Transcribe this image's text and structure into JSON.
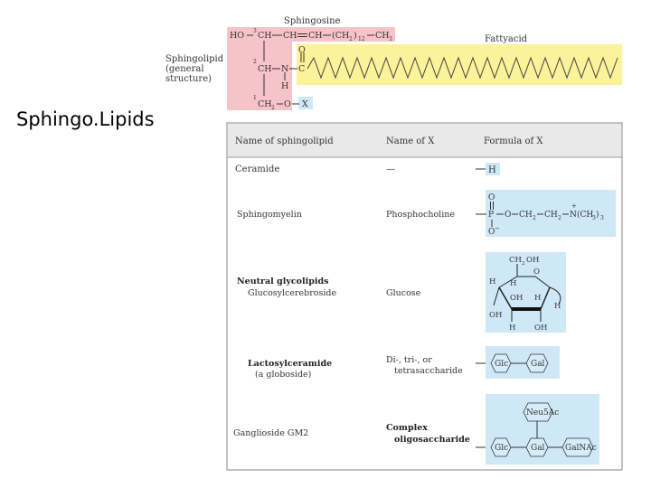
{
  "slide_title": "Sphingo.Lipids",
  "structure": {
    "sphingosine_label": "Sphingosine",
    "fatty_acid_label": "Fattyacid",
    "general_label": [
      "Sphingolipid",
      "(general",
      "structure)"
    ],
    "row1": {
      "ho": "HO",
      "c1": "CH",
      "c2": "CH",
      "c3": "CH",
      "chain": "(CH",
      "sub": "2",
      "n": "12",
      "end": "CH",
      "end_sub": "3"
    },
    "locant_3": "3",
    "locant_2": "2",
    "locant_1": "1",
    "row2": {
      "ch": "CH",
      "n": "N",
      "c": "C",
      "o": "O"
    },
    "h": "H",
    "row3": {
      "ch2": "CH",
      "sub": "2",
      "o": "O",
      "x": "X"
    }
  },
  "table": {
    "headers": {
      "name": "Name of sphingolipid",
      "x": "Name of X",
      "formula": "Formula of X"
    },
    "rows": [
      {
        "name": [
          "Ceramide"
        ],
        "x": [
          "—"
        ],
        "formula": "H"
      },
      {
        "name": [
          "Sphingomyelin"
        ],
        "x": [
          "Phosphocholine"
        ],
        "formula": "phosphocholine"
      },
      {
        "name": [
          "Neutral glycolipids",
          "Glucosylcerebroside"
        ],
        "x": [
          "Glucose"
        ],
        "formula": "glucose"
      },
      {
        "name": [
          "Lactosylceramide",
          "(a globoside)"
        ],
        "x": [
          "Di-, tri-, or",
          "tetrasaccharide"
        ],
        "formula": "lactose"
      },
      {
        "name": [
          "Ganglioside GM2"
        ],
        "x": [
          "Complex",
          "oligosaccharide"
        ],
        "formula": "gm2"
      }
    ],
    "phosphocholine": {
      "o_top": "O",
      "p": "P",
      "o1": "O",
      "ch2a": "CH",
      "ch2b": "CH",
      "n": "N",
      "ch3": "(CH",
      "ch3_sub": "3",
      "three": "3",
      "o_bottom": "O",
      "minus": "−",
      "plus": "+",
      "two": "2"
    },
    "glucose": {
      "ch2oh": "CH",
      "ch2oh_sub": "2",
      "ch2oh_end": "OH",
      "o_ring": "O",
      "h": "H",
      "oh": "OH"
    },
    "sugars": {
      "glc": "Glc",
      "gal": "Gal",
      "neu5ac": "Neu5Ac",
      "galnac": "GalNAc"
    }
  },
  "colors": {
    "sphingosine": "#f6c3c9",
    "fatty_acid": "#fbf29a",
    "x_box": "#cfe8f8",
    "header": "#e9e9e9",
    "sugar": "#d5ecf9"
  }
}
